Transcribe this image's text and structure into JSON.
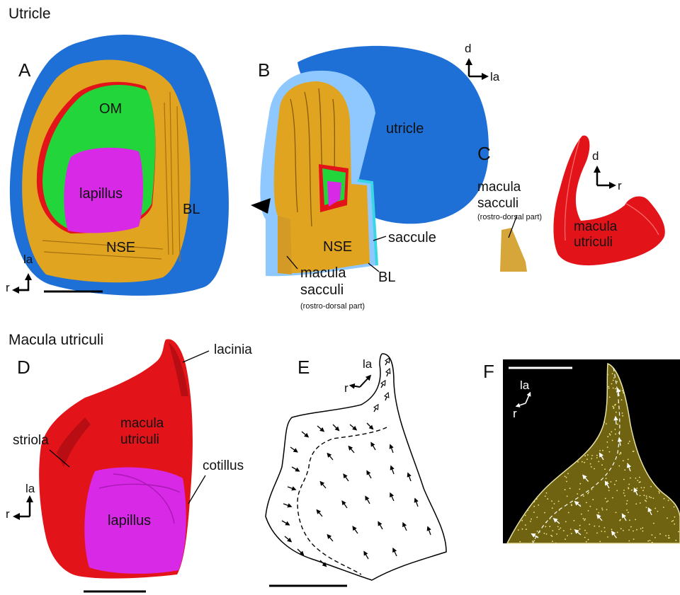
{
  "colors": {
    "blue": "#1e6fd6",
    "light_blue": "#8ec8ff",
    "gold": "#e0a421",
    "red": "#e2141a",
    "green": "#22d53a",
    "magenta": "#d829e6",
    "cyan": "#39d6e6",
    "black": "#000000"
  },
  "sections": {
    "utricle": "Utricle",
    "macula_utriculi": "Macula utriculi"
  },
  "panels": {
    "A": {
      "letter": "A",
      "om": "OM",
      "lapillus": "lapillus",
      "bl": "BL",
      "nse": "NSE",
      "axis_up": "la",
      "axis_side": "r"
    },
    "B": {
      "letter": "B",
      "utricle": "utricle",
      "nse": "NSE",
      "saccule": "saccule",
      "bl": "BL",
      "macula_l1": "macula",
      "macula_l2": "sacculi",
      "macula_sub": "(rostro-dorsal part)",
      "axis_up": "d",
      "axis_side": "la"
    },
    "C": {
      "letter": "C",
      "ms_l1": "macula",
      "ms_l2": "sacculi",
      "ms_sub": "(rostro-dorsal part)",
      "mu_l1": "macula",
      "mu_l2": "utriculi",
      "axis_up": "d",
      "axis_side": "r"
    },
    "D": {
      "letter": "D",
      "lacinia": "lacinia",
      "mu_l1": "macula",
      "mu_l2": "utriculi",
      "striola": "striola",
      "cotillus": "cotillus",
      "lapillus": "lapillus",
      "axis_up": "la",
      "axis_side": "r"
    },
    "E": {
      "letter": "E",
      "axis_up": "la",
      "axis_side": "r"
    },
    "F": {
      "letter": "F",
      "axis_up": "la",
      "axis_side": "r"
    }
  }
}
